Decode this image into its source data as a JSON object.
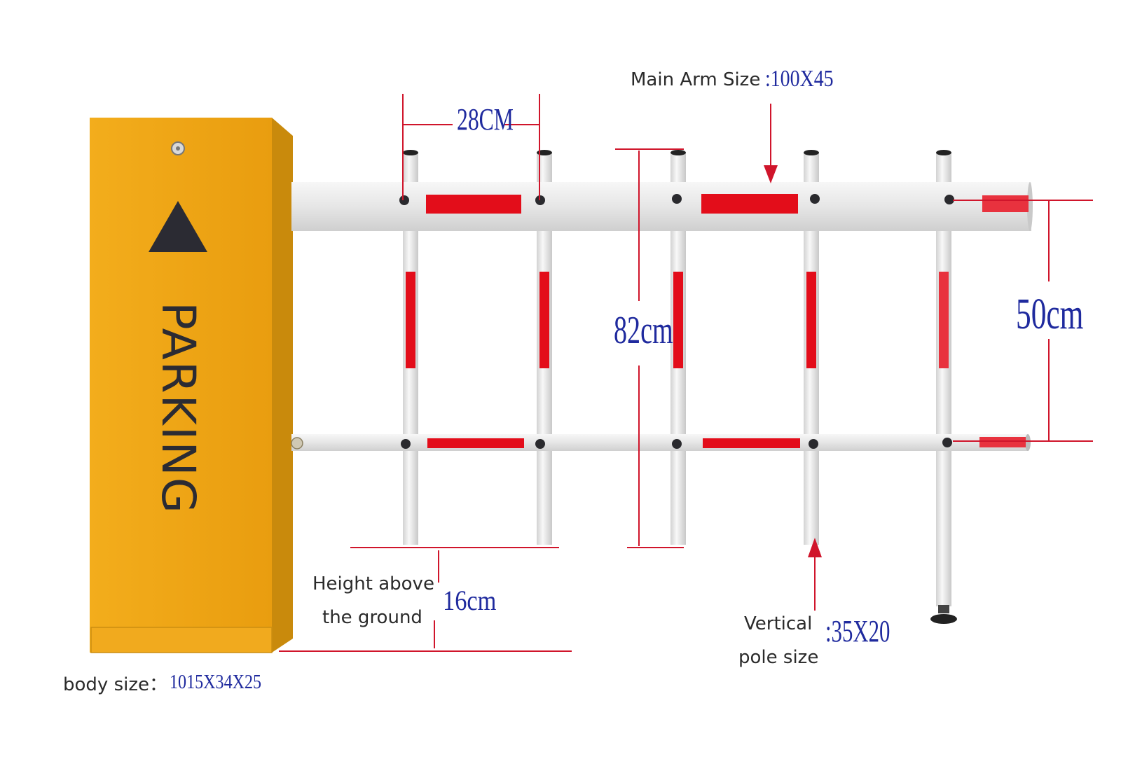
{
  "cabinet": {
    "text": "PARKING",
    "arrow_icon": "triangle-up-icon",
    "color": "#f2a516"
  },
  "dimensions": {
    "main_arm_label": "Main Arm Size",
    "main_arm_value": ":100X45",
    "pole_spacing": "28CM",
    "barrier_height": "82cm",
    "arm_gap": "50cm",
    "ground_label_line1": "Height above",
    "ground_label_line2": "the ground",
    "ground_value": "16cm",
    "vertical_label_line1": "Vertical",
    "vertical_label_line2": "pole size",
    "vertical_value": ":35X20",
    "body_label": "body size：",
    "body_value": "1015X34X25"
  },
  "colors": {
    "reflector": "#e30d1a",
    "dimension_line": "#d0152b",
    "dimension_text": "#1f2a9e",
    "arm": "#e9e9e9"
  }
}
